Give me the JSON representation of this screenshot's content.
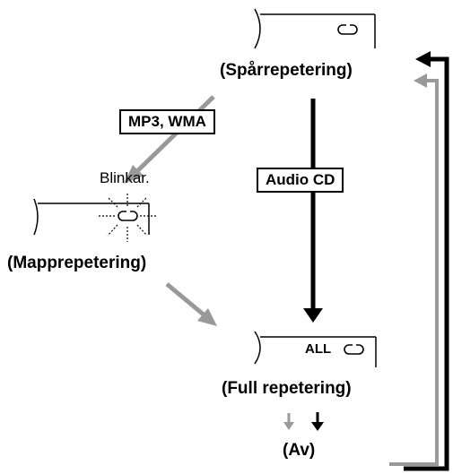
{
  "modes": {
    "track": "(Spårrepetering)",
    "folder": "(Mapprepetering)",
    "full": "(Full repetering)",
    "off": "(Av)"
  },
  "conditions": {
    "mp3_wma": "MP3, WMA",
    "audio_cd": "Audio CD"
  },
  "blink_note": "Blinkar.",
  "display_text": {
    "all": "ALL"
  },
  "colors": {
    "dark_arrow": "#000000",
    "light_arrow": "#999999"
  },
  "icons": {
    "repeat": "repeat-icon"
  }
}
